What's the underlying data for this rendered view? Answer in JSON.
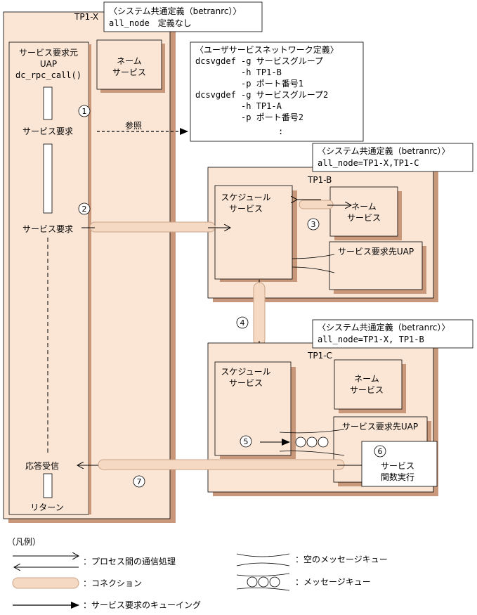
{
  "tp1x": {
    "label": "TP1-X",
    "config_title": "〈システム共通定義（betranrc）〉",
    "config_value": "all_node　定義なし",
    "client_uap": [
      "サービス要求元",
      "UAP",
      "dc_rpc_call()"
    ],
    "name_service": [
      "ネーム",
      "サービス"
    ],
    "service_request_1": "サービス要求",
    "service_request_2": "サービス要求",
    "response_received": "応答受信",
    "return_label": "リターン",
    "reference_label": "参照"
  },
  "user_network_def": {
    "title": "〈ユーザサービスネットワーク定義〉",
    "lines": [
      "dcsvgdef -g サービスグループ",
      "         -h TP1-B",
      "         -p ポート番号1",
      "dcsvgdef -g サービスグループ2",
      "         -h TP1-A",
      "         -p ポート番号2",
      ":"
    ]
  },
  "tp1b": {
    "config_title": "〈システム共通定義（betranrc）〉",
    "config_value": "all_node=TP1-X,TP1-C",
    "label": "TP1-B",
    "scheduler": [
      "スケジュール",
      "サービス"
    ],
    "name_service": [
      "ネーム",
      "サービス"
    ],
    "server_uap": "サービス要求先UAP"
  },
  "tp1c": {
    "config_title": "〈システム共通定義（betranrc）〉",
    "config_value": "all_node=TP1-X, TP1-B",
    "label": "TP1-C",
    "scheduler": [
      "スケジュール",
      "サービス"
    ],
    "name_service": [
      "ネーム",
      "サービス"
    ],
    "server_uap": "サービス要求先UAP",
    "exec_box": [
      "サービス",
      "関数実行"
    ]
  },
  "steps": [
    "1",
    "2",
    "3",
    "4",
    "5",
    "6",
    "7"
  ],
  "legend": {
    "title": "（凡例）",
    "ipc": "：プロセス間の通信処理",
    "connection": "：コネクション",
    "queuing": "：サービス要求のキューイング",
    "empty_queue": "：空のメッセージキュー",
    "message_queue": "：メッセージキュー"
  },
  "colors": {
    "node_fill": "#fbe6d6",
    "node_edge": "#c8977a",
    "connection_fill": "#f6d9c2",
    "connection_edge": "#c9a488"
  }
}
